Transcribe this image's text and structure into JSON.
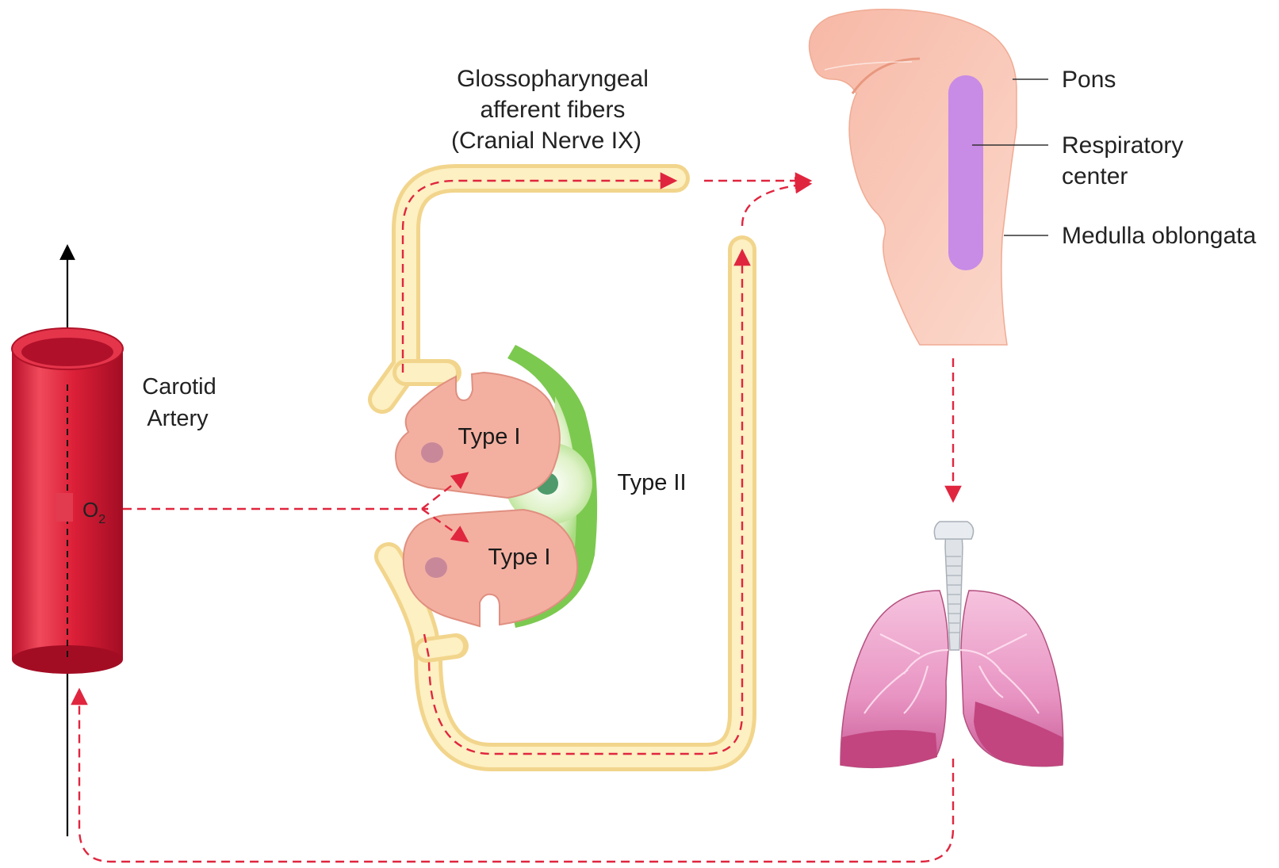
{
  "labels": {
    "nerve_line1": "Glossopharyngeal",
    "nerve_line2": "afferent fibers",
    "nerve_line3": "(Cranial Nerve IX)",
    "pons": "Pons",
    "respiratory_line1": "Respiratory",
    "respiratory_line2": "center",
    "medulla": "Medulla oblongata",
    "carotid_line1": "Carotid",
    "carotid_line2": "Artery",
    "type1_upper": "Type I",
    "type1_lower": "Type I",
    "type2": "Type II",
    "oxygen": "O",
    "oxygen_sub": "2"
  },
  "colors": {
    "artery": "#d81e3a",
    "nerve_fill": "#fdf0c2",
    "nerve_edge": "#f3d992",
    "type1_cell": "#f4b4a6",
    "type2_cell": "#8fd36a",
    "brainstem": "#f8c7b6",
    "respiratory_center": "#c88be6",
    "lungs": "#e48bbd",
    "signal_arrow": "#e0263f"
  }
}
